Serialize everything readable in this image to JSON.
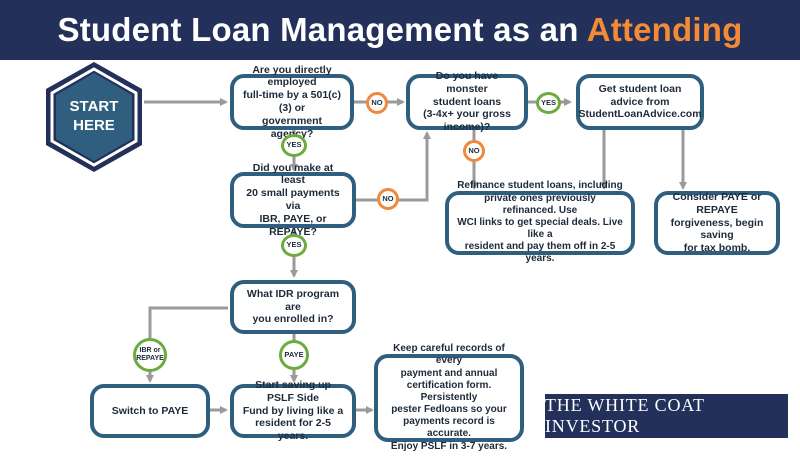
{
  "header": {
    "title_main": "Student Loan Management as an",
    "title_accent": "Attending"
  },
  "start": {
    "label": "START\nHERE"
  },
  "nodes": {
    "employed": "Are you directly employed\nfull-time by a 501(c)(3) or\ngovernment agency?",
    "monster": "Do you have monster\nstudent loans\n(3-4x+ your gross income)?",
    "advice": "Get student loan\nadvice from\nStudentLoanAdvice.com",
    "small_payments": "Did you make at least\n20 small payments via\nIBR, PAYE, or REPAYE?",
    "refinance": "Refinance student loans, including\nprivate ones previously refinanced. Use\nWCI links to get special deals. Live like a\nresident and pay them off in 2-5 years.",
    "consider_paye": "Consider PAYE or REPAYE\nforgiveness, begin saving\nfor tax bomb.",
    "idr_program": "What IDR program are\nyou enrolled in?",
    "switch_paye": "Switch to PAYE",
    "saving_pslf": "Start saving up PSLF Side\nFund by living like a\nresident for 2-5 years.",
    "records": "Keep careful records of every\npayment and annual\ncertification form. Persistently\npester Fedloans so your\npayments record is accurate.\nEnjoy PSLF in 3-7 years."
  },
  "badges": {
    "no_1": "NO",
    "yes_1": "YES",
    "no_2": "NO",
    "yes_2": "YES",
    "no_3": "NO",
    "ibr_repaye": "IBR or\nREPAYE",
    "paye": "PAYE"
  },
  "logo": {
    "text": "THE WHITE COAT INVESTOR"
  },
  "colors": {
    "navy": "#22305a",
    "box_border": "#2f5e7e",
    "accent_orange": "#f28a36",
    "no_orange": "#f0883e",
    "yes_green": "#6cab3e",
    "connector_gray": "#9a9a9a"
  }
}
